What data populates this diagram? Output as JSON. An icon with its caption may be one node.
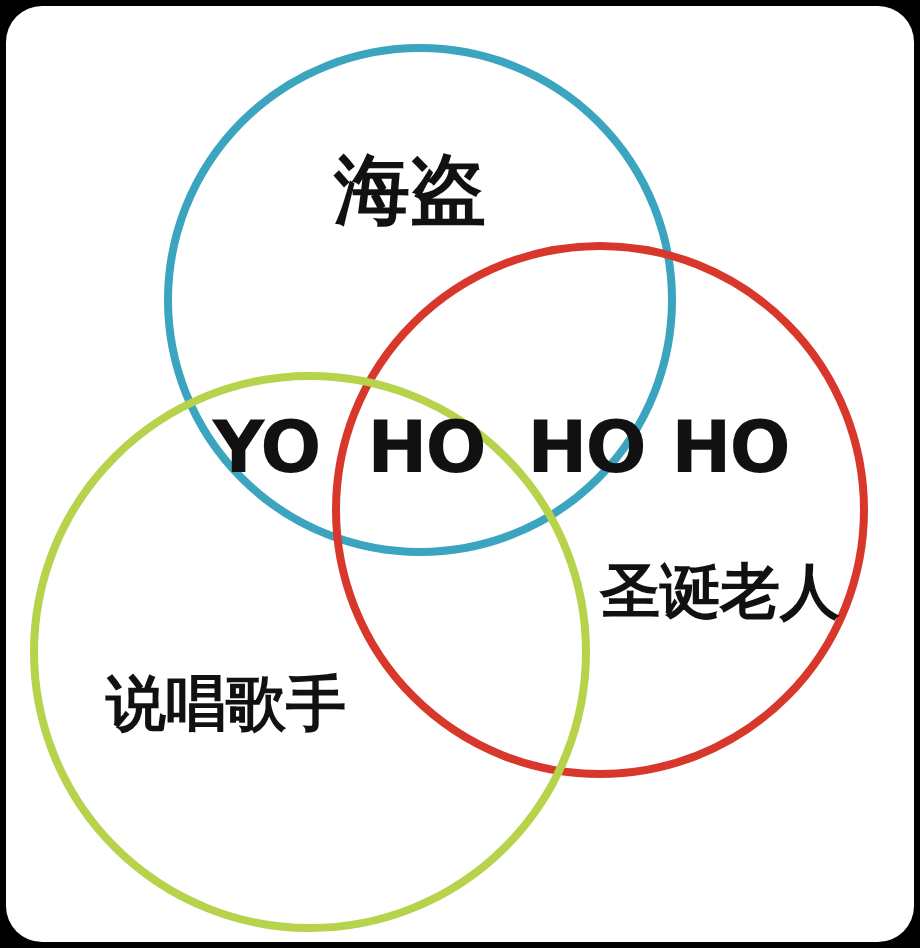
{
  "diagram": {
    "nodes": [
      {
        "text": [
          "海盗"
        ]
      },
      {
        "text": [
          "圣诞老人"
        ]
      },
      {
        "text": [
          "说唱歌手"
        ]
      }
    ],
    "labels": [
      "YO",
      "HO",
      "HO",
      "HO"
    ]
  }
}
